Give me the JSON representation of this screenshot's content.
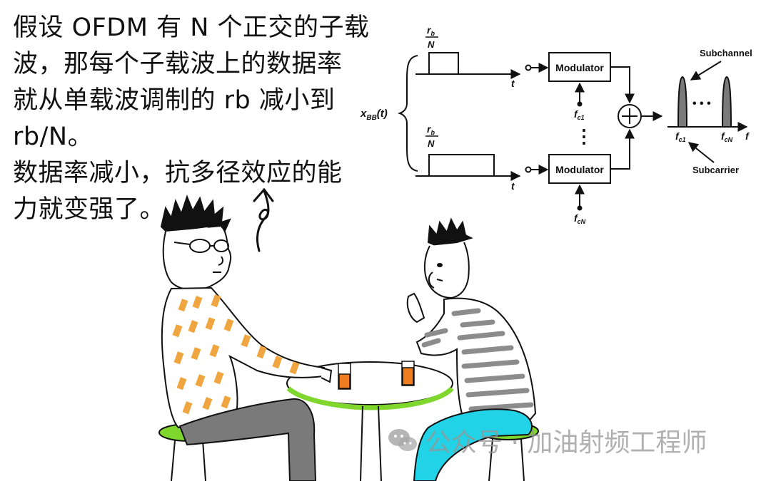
{
  "caption": {
    "lines": [
      "假设 OFDM 有 N 个正交的子载",
      "波，那每个子载波上的数据率",
      "就从单载波调制的 rb 减小到",
      "rb/N。",
      "数据率减小，抗多径效应的能",
      "力就变强了。"
    ]
  },
  "diagram": {
    "input_label_main": "x",
    "input_label_sub": "BB",
    "input_label_arg": "(t)",
    "rate_num_main": "r",
    "rate_num_sub": "b",
    "rate_den": "N",
    "time_axis": "t",
    "modulator_label": "Modulator",
    "freq_sym": "f",
    "carrier1_sub": "c1",
    "carrierN_sub": "cN",
    "dots_vertical": "⋮",
    "dots_horizontal": "• • •",
    "subchannel_label": "Subchannel",
    "subcarrier_label": "Subcarrier",
    "freq_axis": "f"
  },
  "watermark": {
    "text": "公众号 · 加油射频工程师",
    "icon": "wechat-icon"
  },
  "colors": {
    "shirt_orange": "#f0a640",
    "stool_green": "#7fd62c",
    "pants_cyan": "#22d3e8",
    "pants_gray": "#7a7a7a",
    "juice": "#f07d1e",
    "stripe_gray": "#8c8c8c",
    "subchannel_fill": "#7a7a7a"
  }
}
